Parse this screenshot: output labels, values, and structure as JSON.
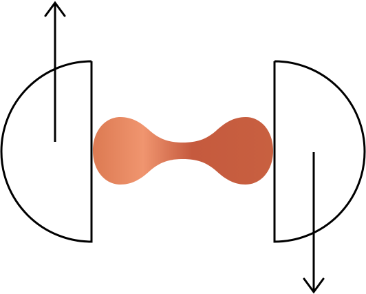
{
  "diagram": {
    "background_color": "#ffffff",
    "stroke_color": "#000000",
    "arrows": {
      "left": "up",
      "right": "down"
    },
    "connector": {
      "shape": "dumbbell",
      "gradient_colors": [
        "#dc7a52",
        "#f0956f",
        "#c55a3e",
        "#c86040"
      ]
    }
  }
}
